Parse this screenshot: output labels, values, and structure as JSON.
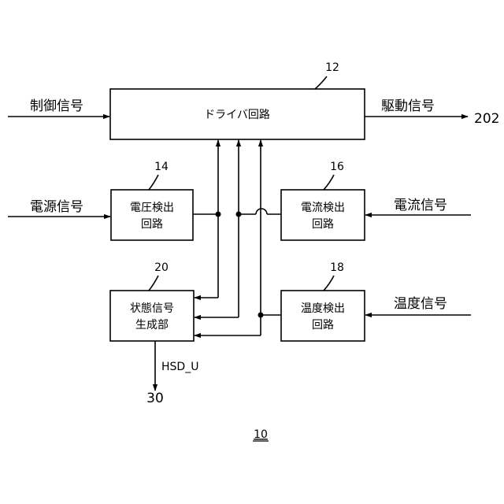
{
  "figure_number": "10",
  "blocks": {
    "driver": {
      "ref": "12",
      "line1": "ドライバ回路",
      "line2": ""
    },
    "voltage": {
      "ref": "14",
      "line1": "電圧検出",
      "line2": "回路"
    },
    "current": {
      "ref": "16",
      "line1": "電流検出",
      "line2": "回路"
    },
    "temperature": {
      "ref": "18",
      "line1": "温度検出",
      "line2": "回路"
    },
    "state": {
      "ref": "20",
      "line1": "状態信号",
      "line2": "生成部"
    }
  },
  "signals": {
    "control": "制御信号",
    "drive": "駆動信号",
    "drive_target": "202",
    "power": "電源信号",
    "current": "電流信号",
    "temperature": "温度信号",
    "hsd": "HSD_U",
    "hsd_target": "30"
  }
}
